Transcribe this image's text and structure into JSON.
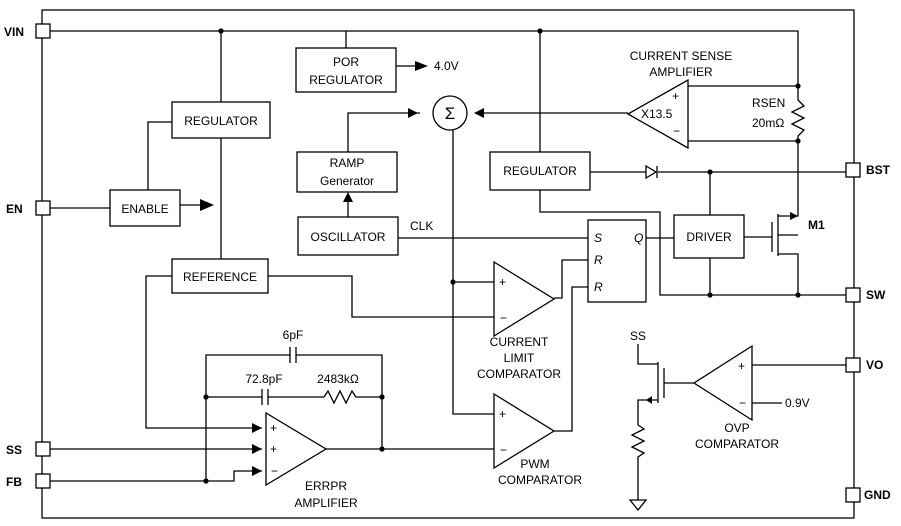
{
  "pins": {
    "vin": "VIN",
    "en": "EN",
    "ss": "SS",
    "fb": "FB",
    "bst": "BST",
    "sw": "SW",
    "vo": "VO",
    "gnd": "GND"
  },
  "blocks": {
    "por_line1": "POR",
    "por_line2": "REGULATOR",
    "regulator_left": "REGULATOR",
    "regulator_right": "REGULATOR",
    "enable": "ENABLE",
    "reference": "REFERENCE",
    "ramp_line1": "RAMP",
    "ramp_line2": "Generator",
    "oscillator": "OSCILLATOR",
    "driver": "DRIVER",
    "sr_s": "S",
    "sr_r1": "R",
    "sr_r2": "R",
    "sr_q": "Q"
  },
  "labels": {
    "v4": "4.0V",
    "sum_symbol": "Σ",
    "csa_line1": "CURRENT SENSE",
    "csa_line2": "AMPLIFIER",
    "csa_gain": "X13.5",
    "rsen_line1": "RSEN",
    "rsen_line2": "20mΩ",
    "clk": "CLK",
    "m1": "M1",
    "cl_line1": "CURRENT",
    "cl_line2": "LIMIT",
    "cl_line3": "COMPARATOR",
    "pwm_line1": "PWM",
    "pwm_line2": "COMPARATOR",
    "err_line1": "ERRPR",
    "err_line2": "AMPLIFIER",
    "ovp_line1": "OVP",
    "ovp_line2": "COMPARATOR",
    "cap6": "6pF",
    "cap72": "72.8pF",
    "res2483": "2483kΩ",
    "ss_int": "SS",
    "v09": "0.9V",
    "plus": "+",
    "minus": "−"
  }
}
